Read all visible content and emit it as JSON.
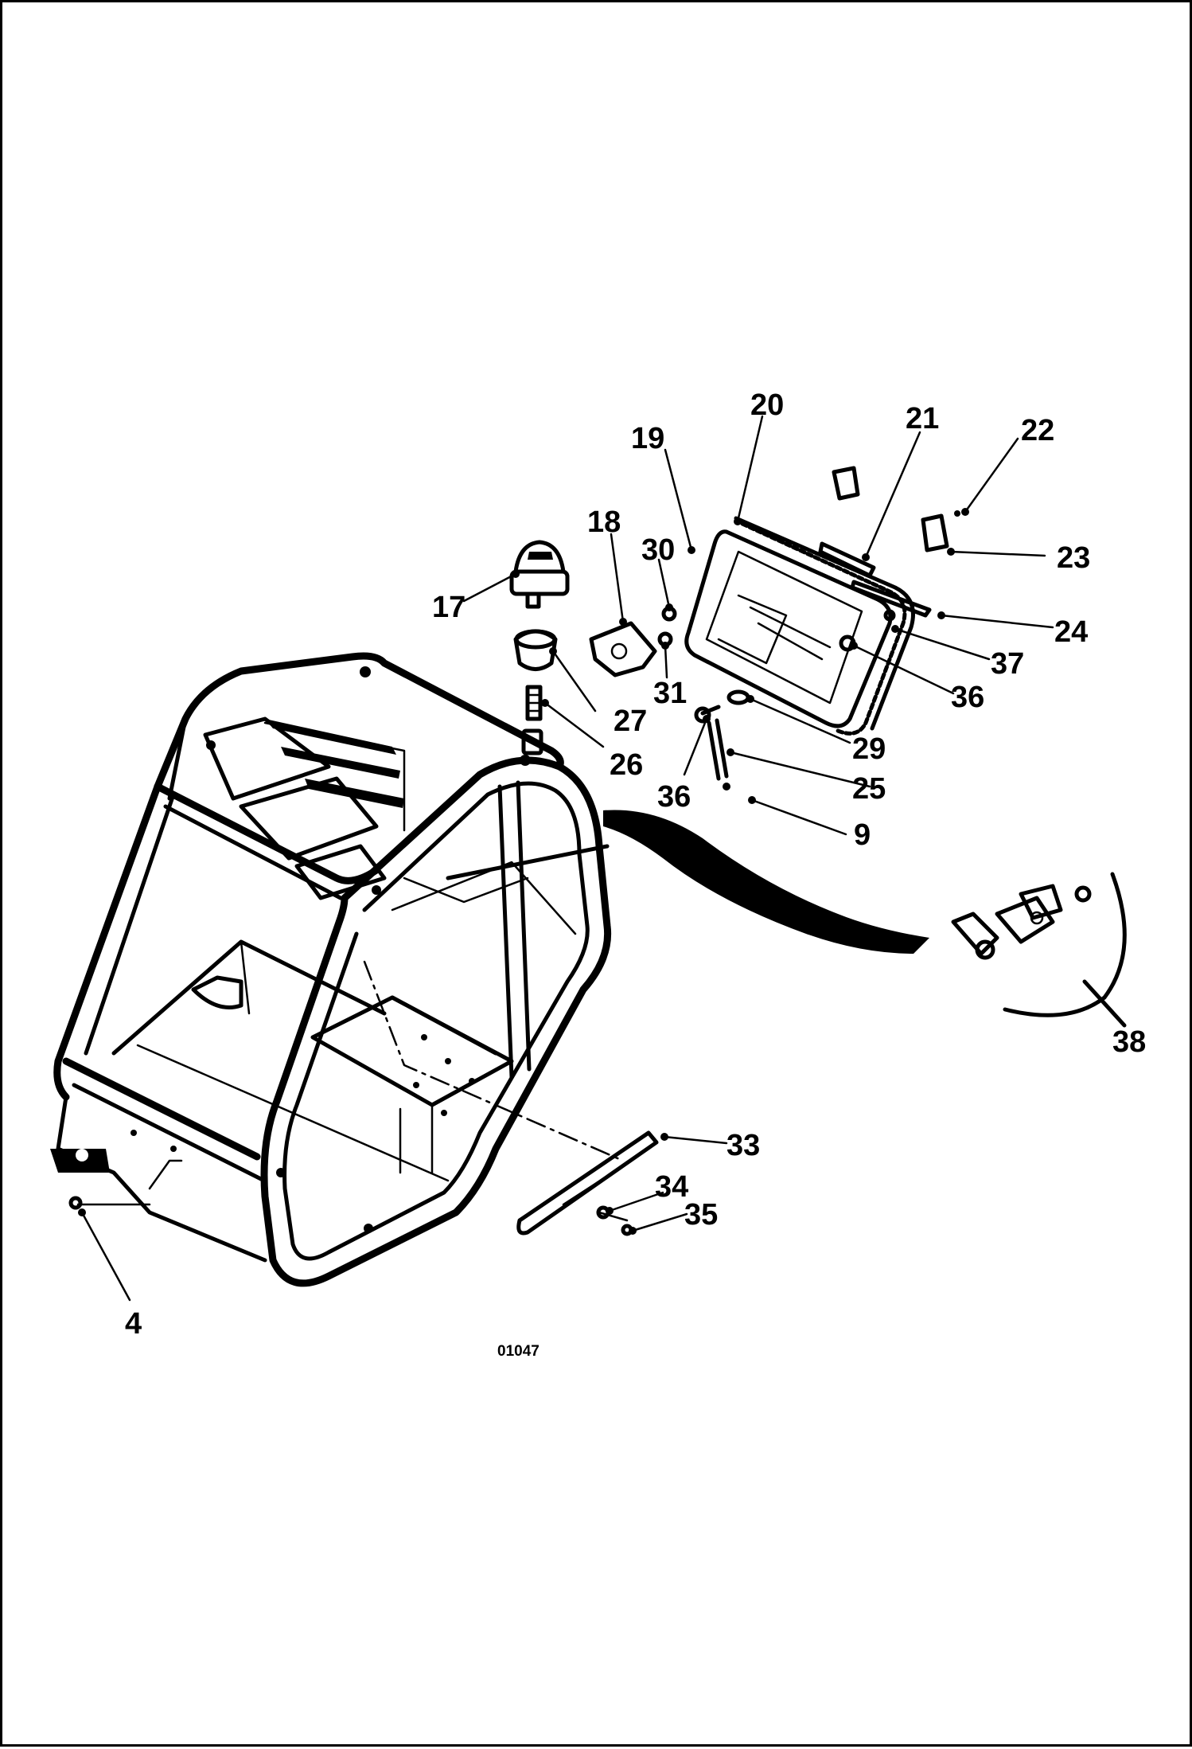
{
  "figure": {
    "code": "01047"
  },
  "callouts": [
    {
      "id": "4",
      "label": "4"
    },
    {
      "id": "9",
      "label": "9"
    },
    {
      "id": "17",
      "label": "17"
    },
    {
      "id": "18",
      "label": "18"
    },
    {
      "id": "19",
      "label": "19"
    },
    {
      "id": "20",
      "label": "20"
    },
    {
      "id": "21",
      "label": "21"
    },
    {
      "id": "22",
      "label": "22"
    },
    {
      "id": "23",
      "label": "23"
    },
    {
      "id": "24",
      "label": "24"
    },
    {
      "id": "25",
      "label": "25"
    },
    {
      "id": "26",
      "label": "26"
    },
    {
      "id": "27",
      "label": "27"
    },
    {
      "id": "29",
      "label": "29"
    },
    {
      "id": "30",
      "label": "30"
    },
    {
      "id": "31",
      "label": "31"
    },
    {
      "id": "33",
      "label": "33"
    },
    {
      "id": "34",
      "label": "34"
    },
    {
      "id": "35",
      "label": "35"
    },
    {
      "id": "36a",
      "label": "36"
    },
    {
      "id": "36b",
      "label": "36"
    },
    {
      "id": "37",
      "label": "37"
    },
    {
      "id": "38",
      "label": "38"
    }
  ]
}
